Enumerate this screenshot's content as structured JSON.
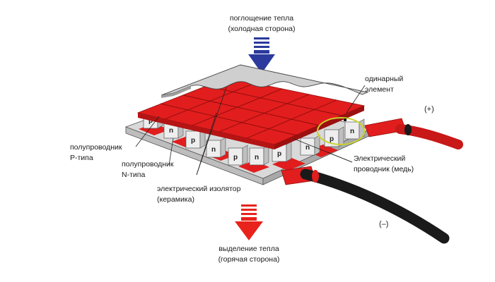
{
  "labels": {
    "heat_absorption_line1": "поглощение тепла",
    "heat_absorption_line2": "(холодная сторона)",
    "single_element_line1": "одинарный",
    "single_element_line2": "элемент",
    "plus_terminal": "(+)",
    "p_type_line1": "полупроводник",
    "p_type_line2": "P-типа",
    "n_type_line1": "полупроводник",
    "n_type_line2": "N-типа",
    "conductor_line1": "Электрический",
    "conductor_line2": "проводник (медь)",
    "insulator_line1": "электрический изолятор",
    "insulator_line2": "(керамика)",
    "minus_terminal": "(–)",
    "heat_release_line1": "выделение тепла",
    "heat_release_line2": "(горячая сторона)"
  },
  "pellet_letters": {
    "p": "p",
    "n": "n"
  },
  "colors": {
    "cold_arrow": "#2b3a9c",
    "hot_arrow": "#e8231c",
    "copper_conductor": "#e21d1d",
    "ceramic": "#d9d9d9",
    "pellet": "#eeeeee",
    "cable": "#1a1a1a",
    "highlight_ring": "#c9d12a"
  }
}
